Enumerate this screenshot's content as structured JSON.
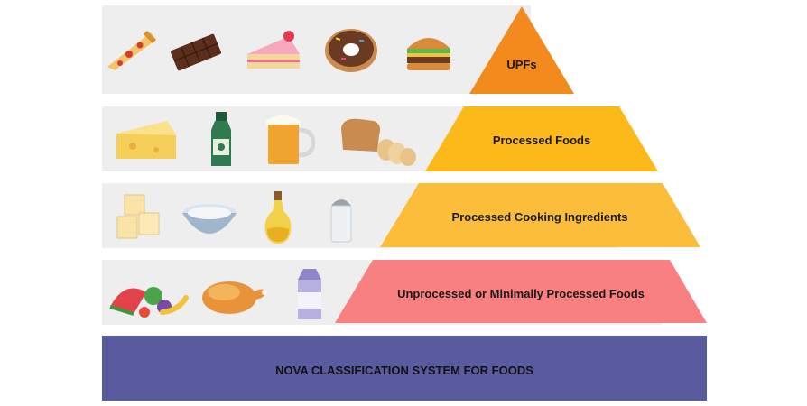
{
  "tiers": [
    {
      "label": "UPFs",
      "color": "#f28a1e",
      "items": [
        "pizza-slice",
        "chocolate-bar",
        "cake-slice",
        "donut",
        "burger"
      ]
    },
    {
      "label": "Processed Foods",
      "color": "#fbb91a",
      "items": [
        "cheese",
        "sauce-bottle",
        "beer-mug",
        "bread-loaf"
      ]
    },
    {
      "label": "Processed Cooking Ingredients",
      "color": "#fbbd3a",
      "items": [
        "butter-cubes",
        "bowl",
        "oil-bottle",
        "salt-shaker"
      ]
    },
    {
      "label": "Unprocessed or Minimally Processed Foods",
      "color": "#f88080",
      "items": [
        "fruit-vegetables",
        "roast-chicken",
        "milk-carton"
      ]
    }
  ],
  "base": {
    "label": "NOVA CLASSIFICATION SYSTEM FOR FOODS",
    "color": "#5a5aa0"
  }
}
